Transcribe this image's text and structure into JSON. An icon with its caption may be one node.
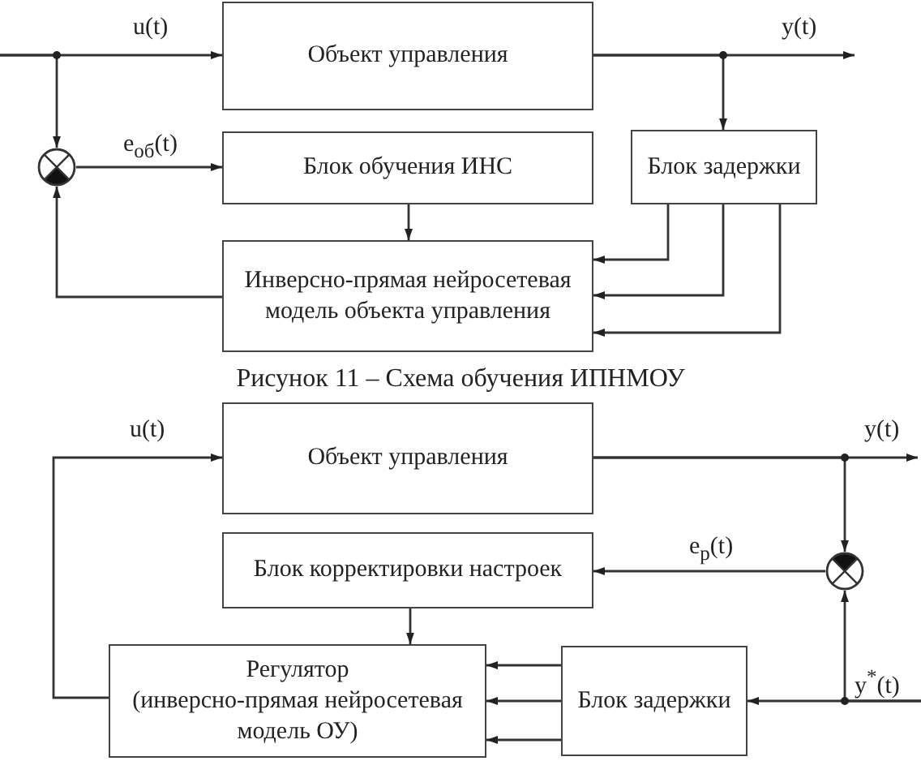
{
  "diagram": {
    "caption": "Рисунок 11 – Схема обучения ИПНМОУ",
    "nodes": [
      {
        "text": [
          "Объект управления"
        ]
      },
      {
        "text": [
          "Блок обучения ИНС"
        ]
      },
      {
        "text": [
          "Блок задержки"
        ]
      },
      {
        "text": [
          "Инверсно-прямая нейросетевая модель объекта управления"
        ]
      },
      {
        "text": [],
        "shape": "circle"
      },
      {
        "text": [
          "Объект управления"
        ]
      },
      {
        "text": [
          "Блок корректировки настроек"
        ]
      },
      {
        "text": [
          "Регулятор",
          "(инверсно-прямая нейросетевая модель ОУ)"
        ]
      },
      {
        "text": [
          "Блок задержки"
        ]
      },
      {
        "text": [],
        "shape": "circle"
      }
    ],
    "edges": [
      {
        "from": null,
        "to": 0,
        "arrow": "to",
        "label": "u(t)"
      },
      {
        "from": null,
        "to": 4,
        "arrow": "to"
      },
      {
        "from": 4,
        "to": 1,
        "arrow": "to",
        "label": "e$_{об}$(t)"
      },
      {
        "from": 0,
        "to": null,
        "arrow": "to",
        "label": "y(t)"
      },
      {
        "from": 0,
        "to": 2,
        "arrow": "to"
      },
      {
        "from": 1,
        "to": 3,
        "arrow": "to"
      },
      {
        "from": 3,
        "to": 4,
        "arrow": "to"
      },
      {
        "from": 2,
        "to": 3,
        "arrow": "to"
      },
      {
        "from": 2,
        "to": 3,
        "arrow": "to"
      },
      {
        "from": 2,
        "to": 3,
        "arrow": "to"
      },
      {
        "from": 7,
        "to": 5,
        "arrow": "to",
        "label": "u(t)"
      },
      {
        "from": 5,
        "to": null,
        "arrow": "to",
        "label": "y(t)"
      },
      {
        "from": 5,
        "to": 9,
        "arrow": "to"
      },
      {
        "from": 9,
        "to": 6,
        "arrow": "to",
        "label": "e$_{р}$(t)"
      },
      {
        "from": 6,
        "to": 7,
        "arrow": "to"
      },
      {
        "from": 8,
        "to": 7,
        "arrow": "to"
      },
      {
        "from": 8,
        "to": 7,
        "arrow": "to"
      },
      {
        "from": 8,
        "to": 7,
        "arrow": "to"
      },
      {
        "from": null,
        "to": 8,
        "arrow": "to",
        "label": "y$^{*}$(t)"
      },
      {
        "from": null,
        "to": 9,
        "arrow": "to"
      }
    ]
  }
}
